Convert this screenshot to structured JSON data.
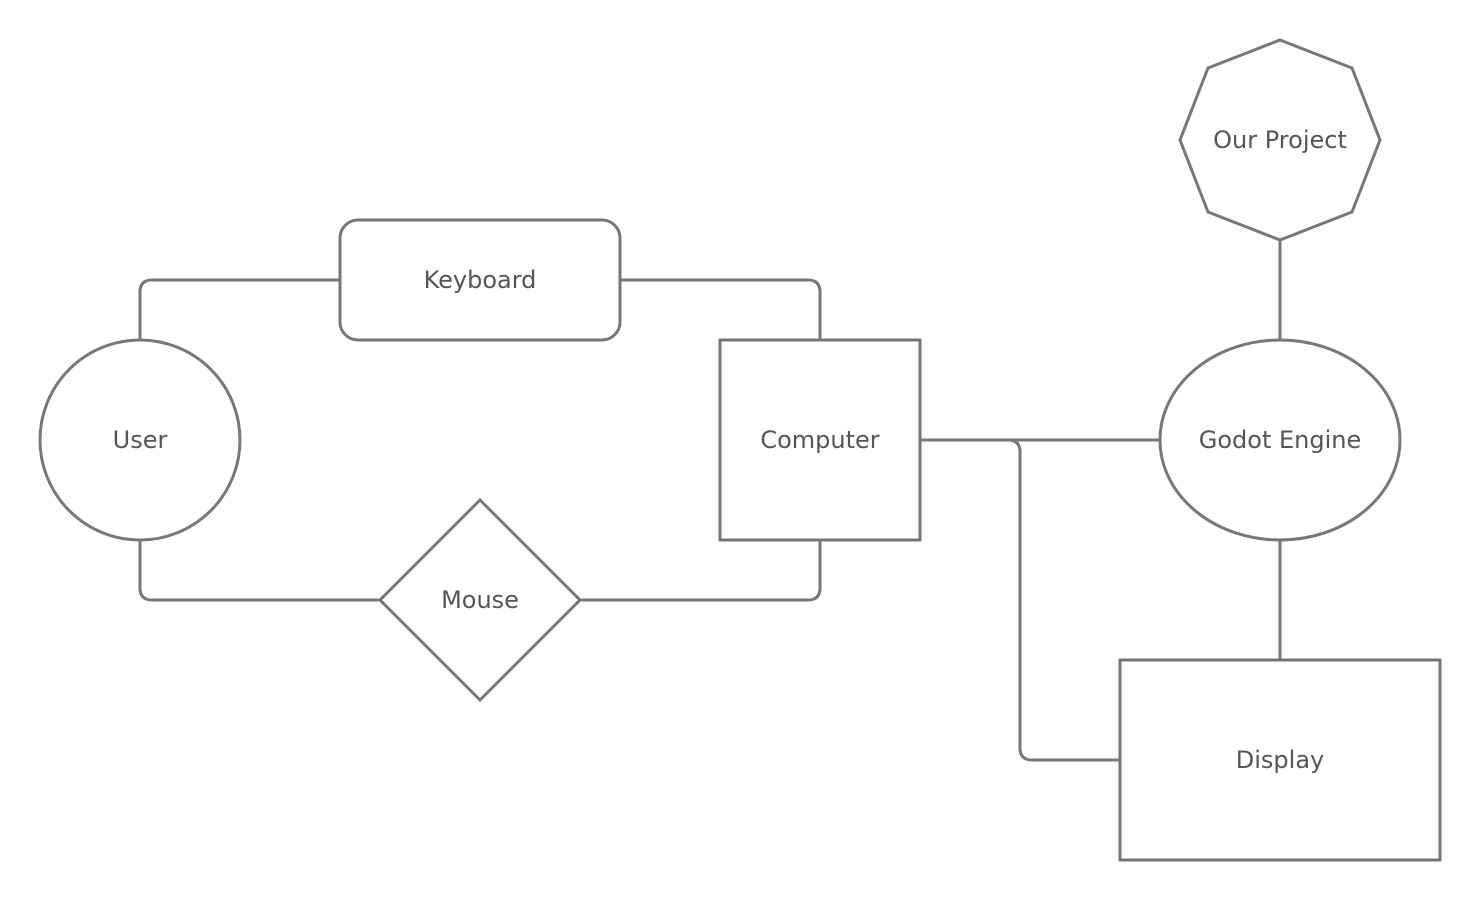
{
  "diagram": {
    "stroke_color": "#777777",
    "text_color": "#555555",
    "nodes": {
      "user": {
        "label": "User",
        "shape": "circle"
      },
      "keyboard": {
        "label": "Keyboard",
        "shape": "rounded-rectangle"
      },
      "mouse": {
        "label": "Mouse",
        "shape": "diamond"
      },
      "computer": {
        "label": "Computer",
        "shape": "square"
      },
      "godot_engine": {
        "label": "Godot Engine",
        "shape": "ellipse"
      },
      "our_project": {
        "label": "Our Project",
        "shape": "octagon"
      },
      "display": {
        "label": "Display",
        "shape": "rectangle"
      }
    },
    "edges": [
      {
        "from": "User",
        "to": "Keyboard"
      },
      {
        "from": "Keyboard",
        "to": "Computer"
      },
      {
        "from": "User",
        "to": "Mouse"
      },
      {
        "from": "Mouse",
        "to": "Computer"
      },
      {
        "from": "Computer",
        "to": "Godot Engine"
      },
      {
        "from": "Computer",
        "to": "Display"
      },
      {
        "from": "Godot Engine",
        "to": "Our Project"
      },
      {
        "from": "Godot Engine",
        "to": "Display"
      }
    ]
  }
}
